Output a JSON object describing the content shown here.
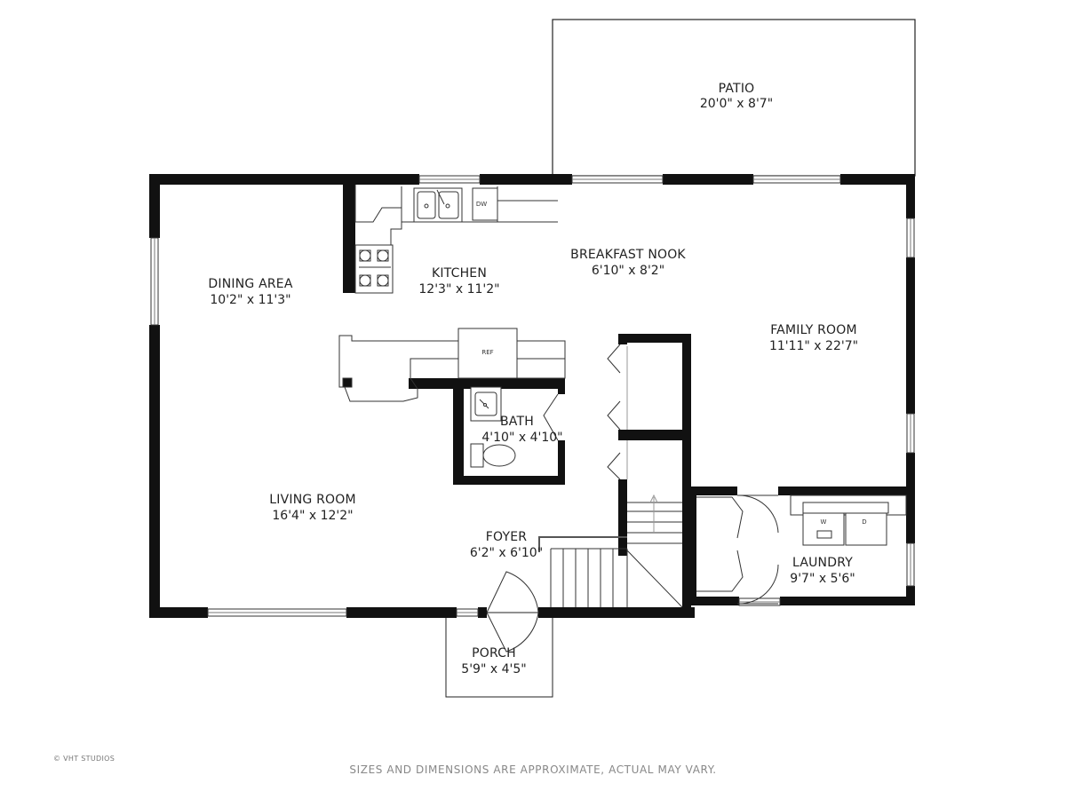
{
  "rooms": {
    "patio": {
      "name": "PATIO",
      "dims": "20'0\" x 8'7\""
    },
    "breakfast_nook": {
      "name": "BREAKFAST NOOK",
      "dims": "6'10\" x 8'2\""
    },
    "dining_area": {
      "name": "DINING AREA",
      "dims": "10'2\" x 11'3\""
    },
    "kitchen": {
      "name": "KITCHEN",
      "dims": "12'3\" x 11'2\""
    },
    "family_room": {
      "name": "FAMILY ROOM",
      "dims": "11'11\" x 22'7\""
    },
    "bath": {
      "name": "BATH",
      "dims": "4'10\" x 4'10\""
    },
    "living_room": {
      "name": "LIVING ROOM",
      "dims": "16'4\" x 12'2\""
    },
    "foyer": {
      "name": "FOYER",
      "dims": "6'2\" x 6'10\""
    },
    "laundry": {
      "name": "LAUNDRY",
      "dims": "9'7\" x 5'6\""
    },
    "porch": {
      "name": "PORCH",
      "dims": "5'9\" x 4'5\""
    }
  },
  "fixtures": {
    "dishwasher": "DW",
    "refrigerator": "REF",
    "washer": "W",
    "dryer": "D"
  },
  "credit": "© VHT STUDIOS",
  "disclaimer": "SIZES AND DIMENSIONS ARE APPROXIMATE, ACTUAL MAY VARY."
}
